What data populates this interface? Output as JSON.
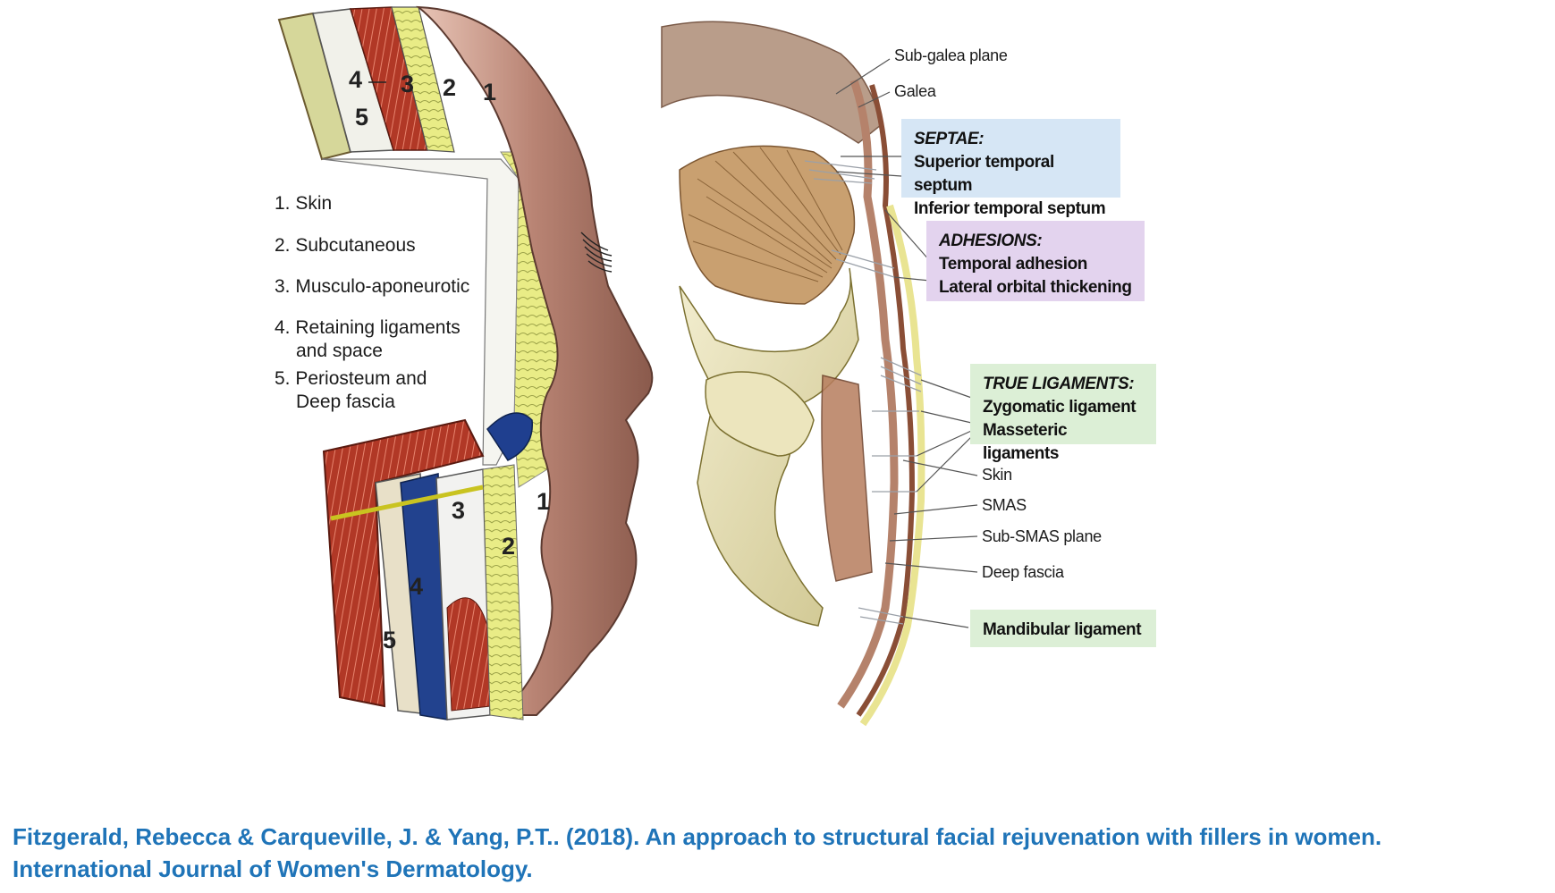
{
  "legend": [
    {
      "num": "1.",
      "text": "Skin"
    },
    {
      "num": "2.",
      "text": "Subcutaneous"
    },
    {
      "num": "3.",
      "text": "Musculo-aponeurotic"
    },
    {
      "num": "4.",
      "text": "Retaining ligaments",
      "text2": "and space"
    },
    {
      "num": "5.",
      "text": "Periosteum and",
      "text2": "Deep fascia"
    }
  ],
  "layer_numbers": [
    "1",
    "2",
    "3",
    "4",
    "5"
  ],
  "right_labels": {
    "sub_galea": "Sub-galea plane",
    "galea": "Galea",
    "skin": "Skin",
    "smas": "SMAS",
    "sub_smas": "Sub-SMAS plane",
    "deep_fascia": "Deep fascia"
  },
  "boxes": {
    "septae": {
      "heading": "SEPTAE:",
      "items": [
        "Superior temporal septum",
        "Inferior temporal septum"
      ],
      "color": "#d6e6f5"
    },
    "adhesions": {
      "heading": "ADHESIONS:",
      "items": [
        "Temporal adhesion",
        "Lateral orbital thickening"
      ],
      "color": "#e3d3ee"
    },
    "true_ligaments": {
      "heading": "TRUE LIGAMENTS:",
      "items": [
        "Zygomatic ligament",
        "Masseteric ligaments"
      ],
      "color": "#dcefd6"
    },
    "mandibular": {
      "heading": "",
      "items": [
        "Mandibular ligament"
      ],
      "color": "#dcefd6"
    }
  },
  "caption": {
    "line1": "Fitzgerald, Rebecca & Carqueville, J. & Yang, P.T.. (2018). An approach to structural facial rejuvenation with fillers in women.",
    "line2": "International Journal of Women's Dermatology."
  },
  "colors": {
    "skin": "#c89a88",
    "subcutaneous": "#e8e89a",
    "muscle": "#b23a2a",
    "space": "#f2f2ee",
    "bone": "#e6dfb0",
    "vein": "#1f3f8f",
    "caption": "#1f74b8"
  }
}
